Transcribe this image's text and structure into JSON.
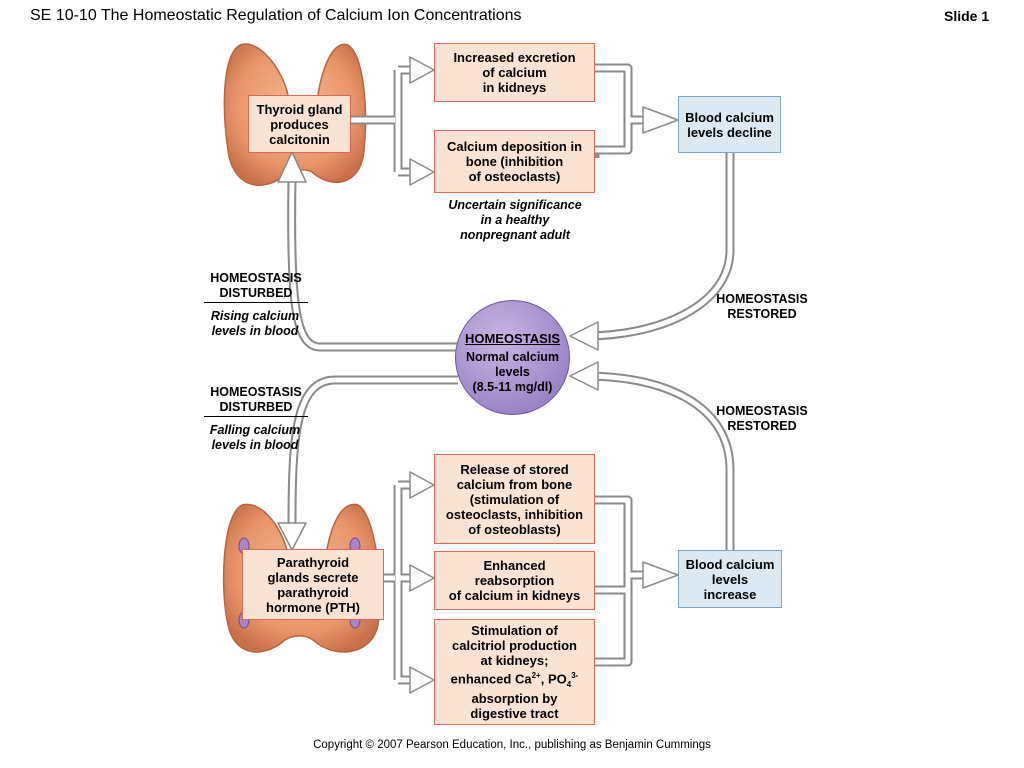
{
  "header": {
    "title": "SE 10-10 The Homeostatic Regulation of Calcium Ion Concentrations",
    "slide_label": "Slide 1"
  },
  "top": {
    "thyroid": "Thyroid gland\nproduces\ncalcitonin",
    "excretion": "Increased excretion\nof calcium\nin kidneys",
    "deposition": "Calcium deposition in\nbone (inhibition\nof osteoclasts)",
    "uncertain": "Uncertain significance\nin a healthy\nnonpregnant adult",
    "decline": "Blood calcium\nlevels decline",
    "disturbed": "HOMEOSTASIS\nDISTURBED",
    "rising": "Rising calcium\nlevels in blood",
    "restored": "HOMEOSTASIS\nRESTORED"
  },
  "homeostasis": {
    "heading": "HOMEOSTASIS",
    "text": "Normal calcium\nlevels\n(8.5-11 mg/dl)"
  },
  "bottom": {
    "disturbed": "HOMEOSTASIS\nDISTURBED",
    "falling": "Falling calcium\nlevels in blood",
    "restored": "HOMEOSTASIS\nRESTORED",
    "parathyroid": "Parathyroid\nglands secrete\nparathyroid\nhormone (PTH)",
    "release": "Release of stored\ncalcium from bone\n(stimulation of\nosteoclasts, inhibition\nof osteoblasts)",
    "reabsorption": "Enhanced\nreabsorption\nof calcium in kidneys",
    "calcitriol_lines": [
      "Stimulation of",
      "calcitriol production",
      "at kidneys;"
    ],
    "enhanced_prefix": "enhanced Ca",
    "ca_sup": "2+",
    "po_text": ", PO",
    "po_sub": "4",
    "po_sup": "3-",
    "calcitriol_tail": "absorption by\ndigestive tract",
    "increase": "Blood calcium\nlevels\nincrease"
  },
  "footer": {
    "copyright": "Copyright © 2007 Pearson Education, Inc., publishing as Benjamin Cummings"
  },
  "colors": {
    "box_fill": "#fbe3d3",
    "box_border": "#d9695a",
    "blue_fill": "#dce9f3",
    "blue_border": "#7ea6c2",
    "circle": "#9d86c8",
    "gland": "#e8956a"
  }
}
